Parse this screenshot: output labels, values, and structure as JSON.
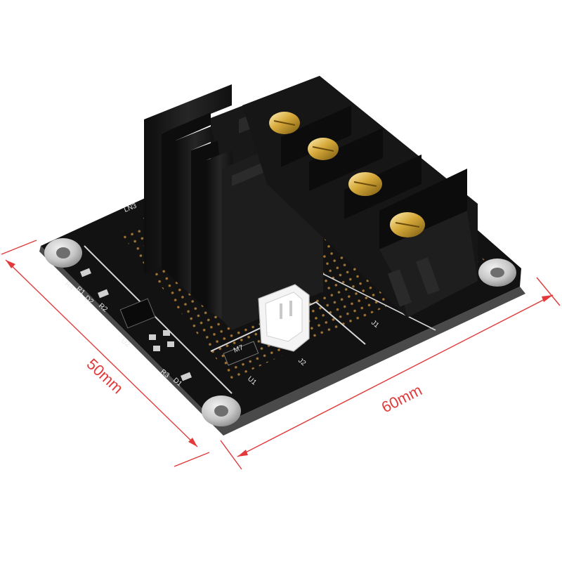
{
  "dimensions": {
    "width_label": "60mm",
    "height_label": "50mm"
  },
  "board": {
    "silkscreen": {
      "j1": "J1",
      "j2": "J2",
      "u1": "U1",
      "u2": "U2",
      "r3": "R3",
      "d1": "D1",
      "r2": "R2",
      "d2": "D2",
      "r1": "R1",
      "r4": "R4",
      "diode": "M7",
      "mosfet_code": "LN3"
    }
  },
  "colors": {
    "dimension_line": "#e23a3a",
    "pcb": "#121212",
    "heatsink": "#1b1b1b",
    "screw": "#d6a93a",
    "connector": "#f4f4f4",
    "mount_hole": "#c9c9c9"
  }
}
